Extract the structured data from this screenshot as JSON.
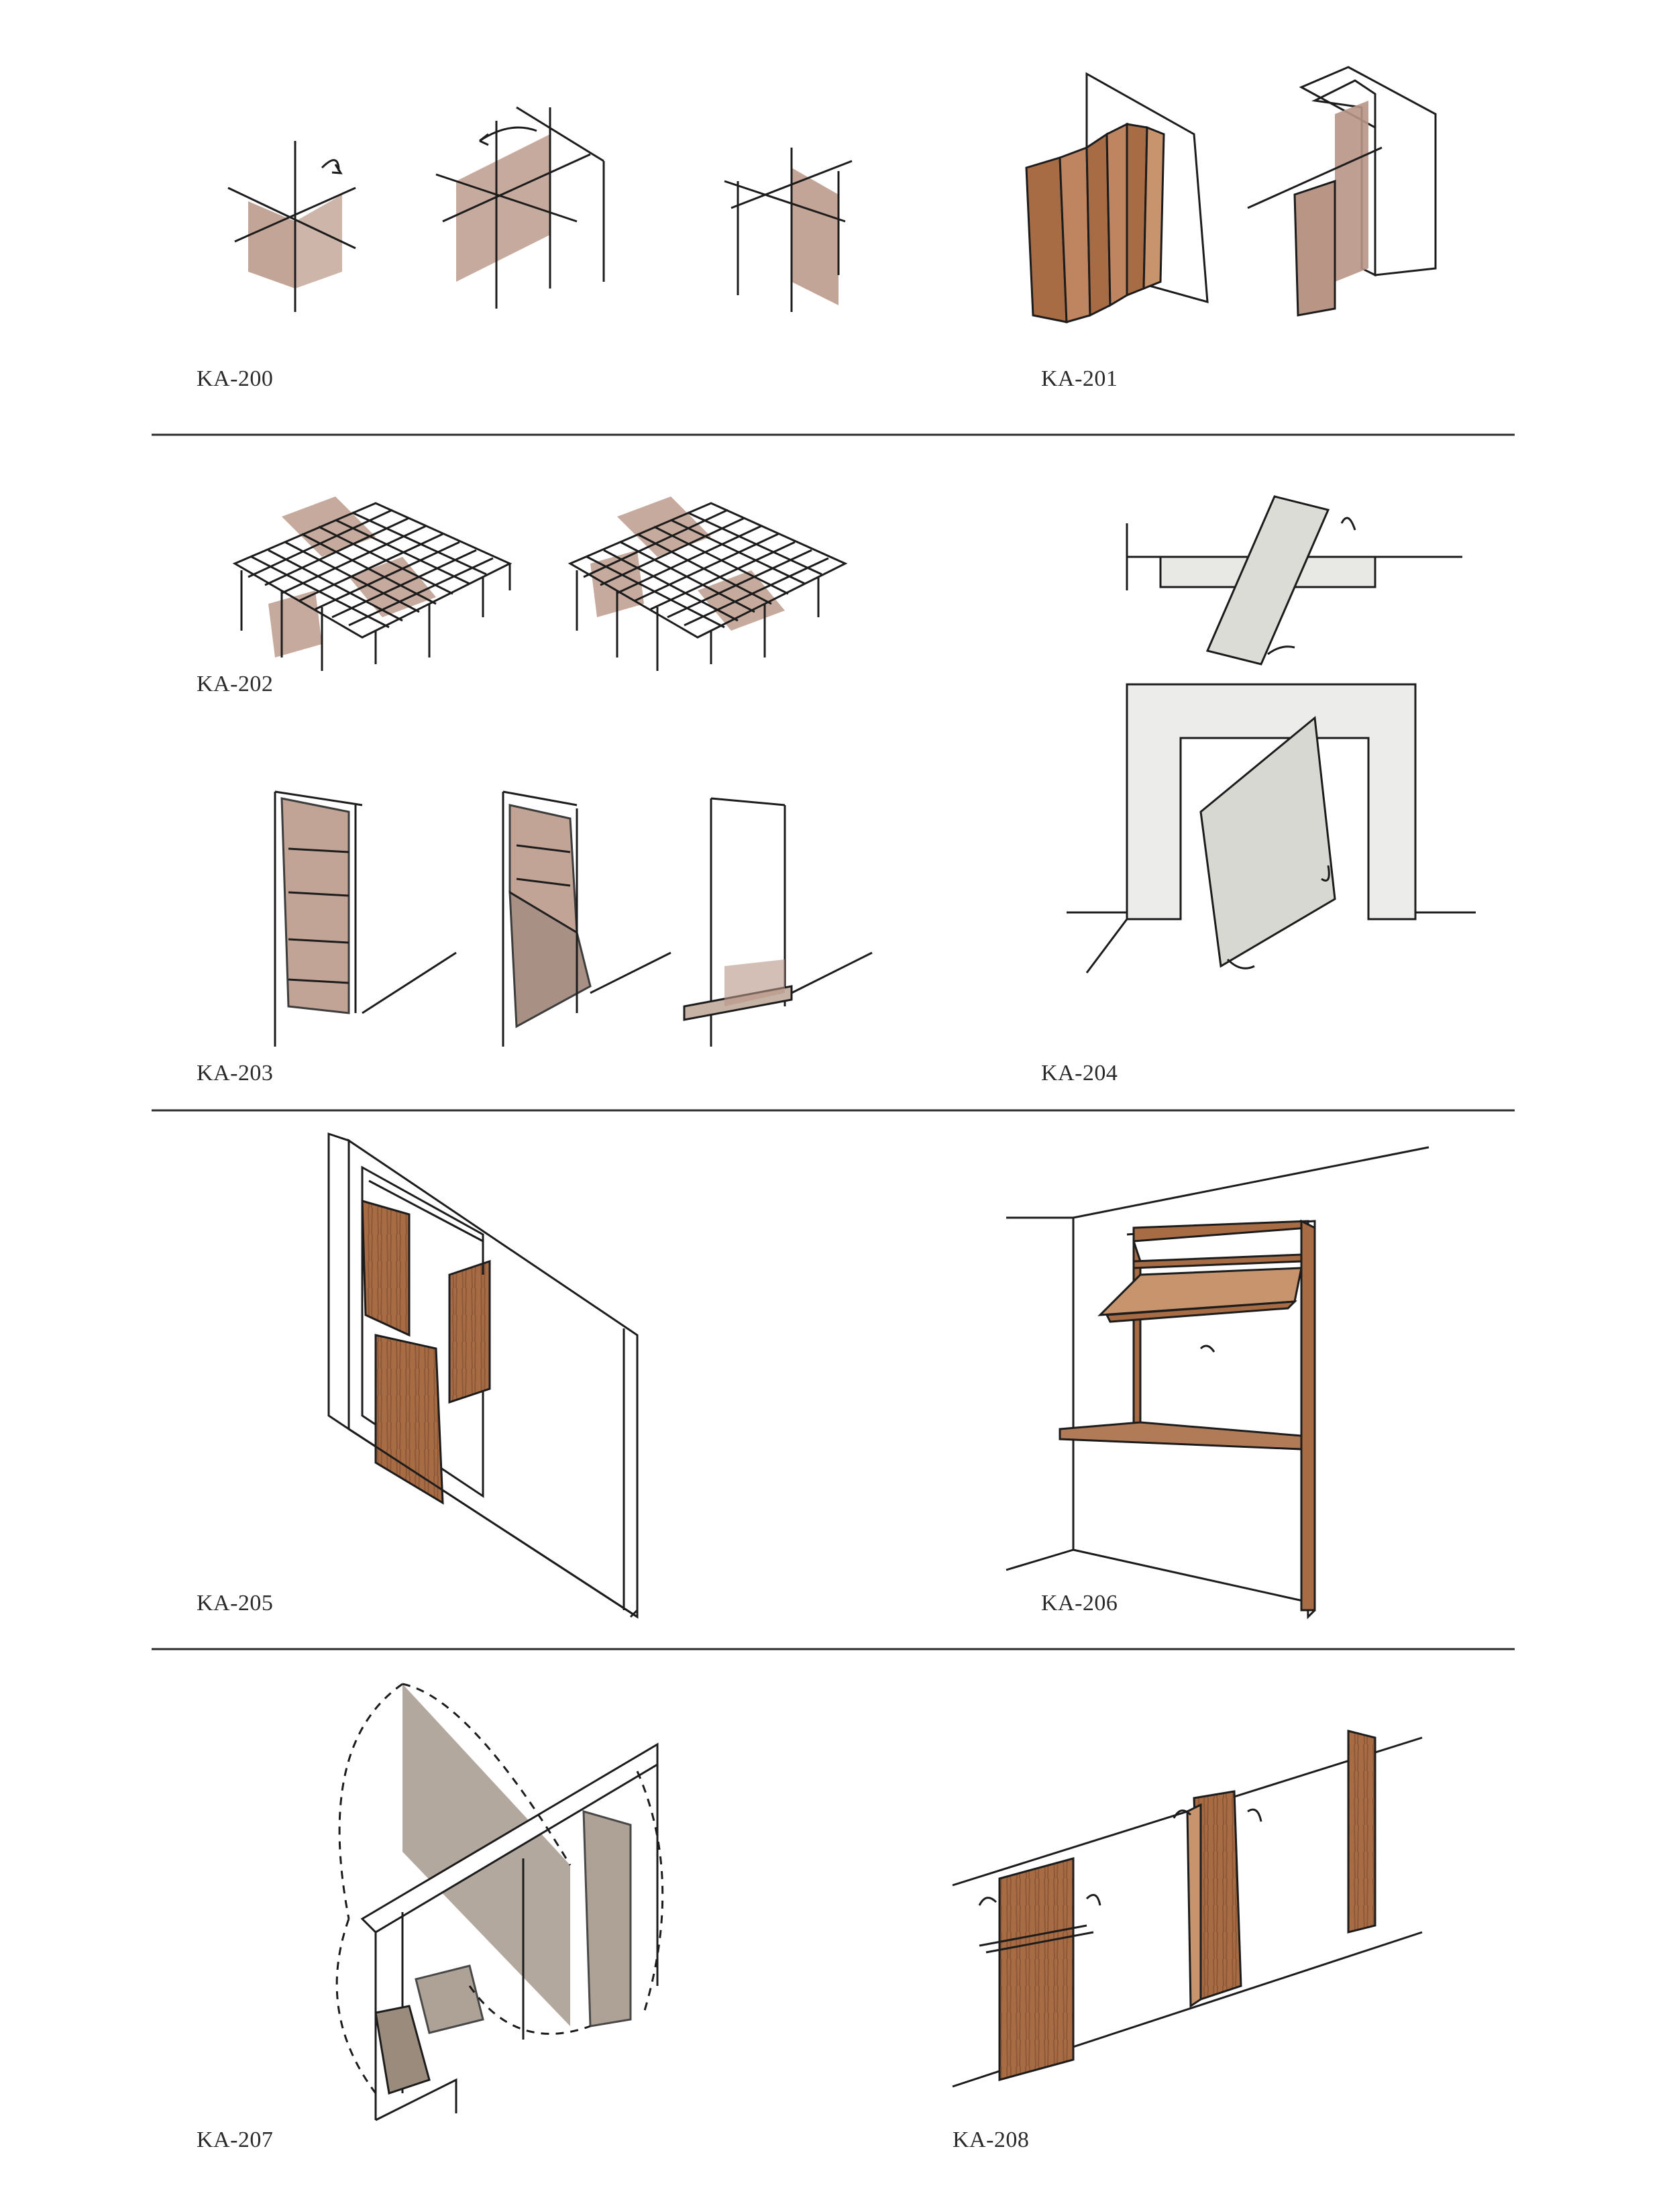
{
  "labels": {
    "ka200": "KA-200",
    "ka201": "KA-201",
    "ka202": "KA-202",
    "ka203": "KA-203",
    "ka204": "KA-204",
    "ka205": "KA-205",
    "ka206": "KA-206",
    "ka207": "KA-207",
    "ka208": "KA-208"
  },
  "colors": {
    "ink": "#1c1c1c",
    "panel_tan": "#b89585",
    "panel_wood": "#a86c45",
    "panel_grey": "#c9c9c3",
    "panel_taupe": "#9a8b7d"
  }
}
